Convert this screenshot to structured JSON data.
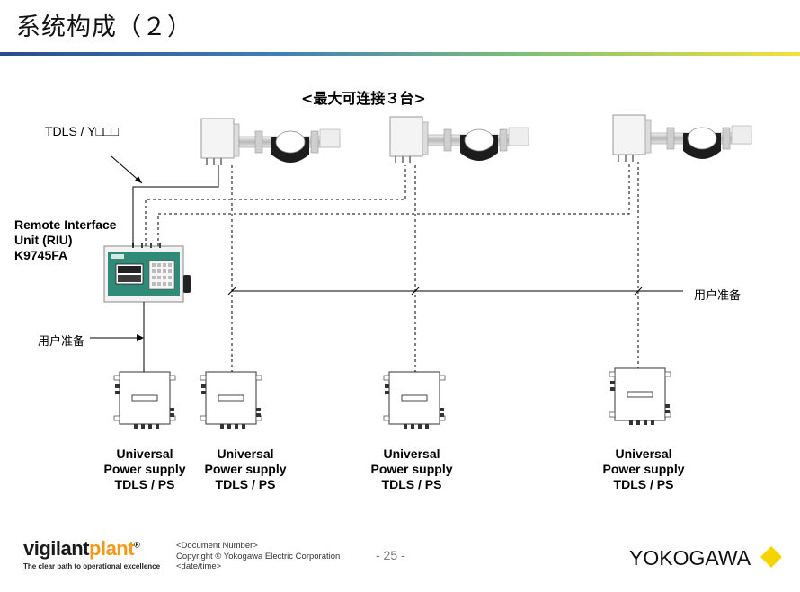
{
  "slide": {
    "title": "系统构成（２）",
    "subtitle": "<最大可连接３台>"
  },
  "labels": {
    "tdls_model": "TDLS / Y□□□",
    "riu_line1": "Remote Interface",
    "riu_line2": "Unit (RIU)",
    "riu_line3": "K9745FA",
    "user_prepare_right": "用户准备",
    "user_prepare_left": "用户准备"
  },
  "power_supplies": [
    {
      "line1": "Universal",
      "line2": "Power supply",
      "line3": "TDLS / PS"
    },
    {
      "line1": "Universal",
      "line2": "Power supply",
      "line3": "TDLS / PS"
    },
    {
      "line1": "Universal",
      "line2": "Power supply",
      "line3": "TDLS / PS"
    },
    {
      "line1": "Universal",
      "line2": "Power supply",
      "line3": "TDLS / PS"
    }
  ],
  "footer": {
    "logo_part1": "vigilant",
    "logo_part2": "plant",
    "logo_reg": "®",
    "tagline": "The clear path to operational excellence",
    "doc_number": "<Document  Number>",
    "copyright": "Copyright © Yokogawa Electric Corporation",
    "date": "<date/time>",
    "page": "- 25 -",
    "company": "YOKOGAWA"
  },
  "colors": {
    "brand_yellow": "#f5d400",
    "logo_orange": "#f39a1e",
    "riu_green": "#2f8a78"
  }
}
